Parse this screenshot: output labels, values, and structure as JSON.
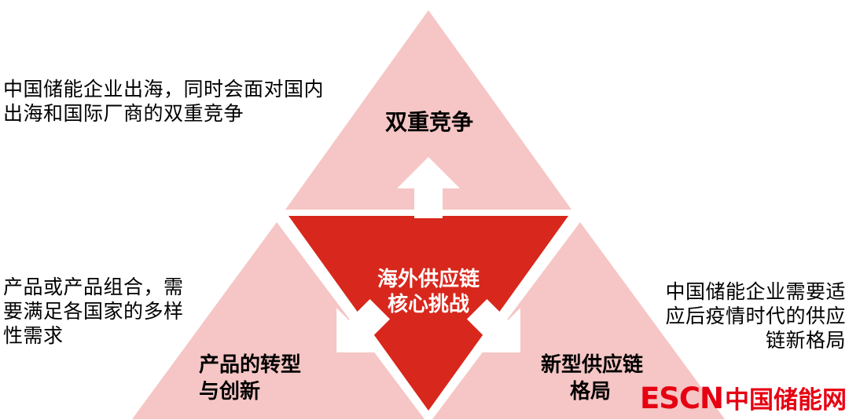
{
  "colors": {
    "pink": "#f5c6c5",
    "red": "#d8271c",
    "arrow": "#ffffff",
    "text": "#000000",
    "logo_red": "#e60012"
  },
  "diagram": {
    "center": {
      "lines": [
        "海外供应链",
        "核心挑战"
      ]
    },
    "top_label": "双重竞争",
    "bottom_left_label": {
      "lines": [
        "产品的转型",
        "与创新"
      ]
    },
    "bottom_right_label": {
      "lines": [
        "新型供应链",
        "格局"
      ]
    }
  },
  "annotations": {
    "top_left": {
      "lines": [
        "中国储能企业出海，同时会面对国内",
        "出海和国际厂商的双重竞争"
      ]
    },
    "mid_left": {
      "lines": [
        "产品或产品组合，需",
        "要满足各国家的多样",
        "性需求"
      ]
    },
    "mid_right": {
      "lines": [
        "中国储能企业需要适",
        "应后疫情时代的供应",
        "链新格局"
      ]
    }
  },
  "logo": {
    "escn": "ESCN",
    "cn": "中国储能网"
  }
}
